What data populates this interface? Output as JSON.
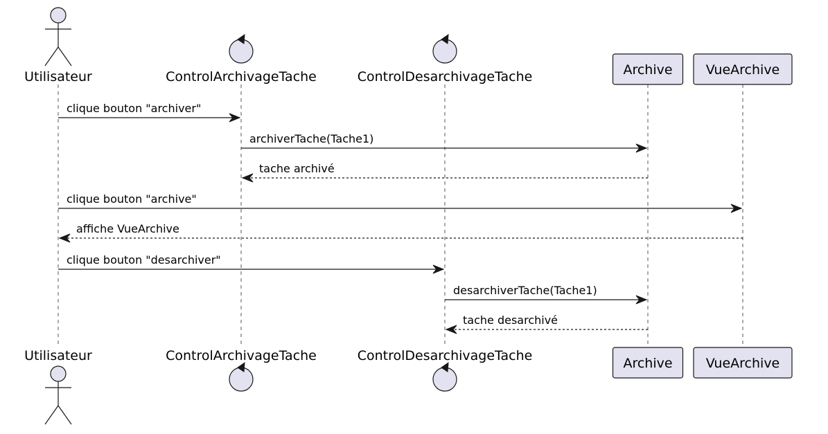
{
  "colors": {
    "participant_fill": "#E2E2F0",
    "stroke": "#181818",
    "lifeline": "#555555"
  },
  "participants": [
    {
      "id": "utilisateur",
      "name": "Utilisateur",
      "kind": "actor"
    },
    {
      "id": "control-archivage",
      "name": "ControlArchivageTache",
      "kind": "control"
    },
    {
      "id": "control-desarchivage",
      "name": "ControlDesarchivageTache",
      "kind": "control"
    },
    {
      "id": "archive",
      "name": "Archive",
      "kind": "participant"
    },
    {
      "id": "vue-archive",
      "name": "VueArchive",
      "kind": "participant"
    }
  ],
  "messages": [
    {
      "from": 0,
      "to": 1,
      "text": "clique bouton \"archiver\"",
      "style": "solid"
    },
    {
      "from": 1,
      "to": 3,
      "text": "archiverTache(Tache1)",
      "style": "solid"
    },
    {
      "from": 3,
      "to": 1,
      "text": "tache archivé",
      "style": "dashed"
    },
    {
      "from": 0,
      "to": 4,
      "text": "clique bouton \"archive\"",
      "style": "solid"
    },
    {
      "from": 4,
      "to": 0,
      "text": "affiche VueArchive",
      "style": "dashed"
    },
    {
      "from": 0,
      "to": 2,
      "text": "clique bouton \"desarchiver\"",
      "style": "solid"
    },
    {
      "from": 2,
      "to": 3,
      "text": "desarchiverTache(Tache1)",
      "style": "solid"
    },
    {
      "from": 3,
      "to": 2,
      "text": "tache desarchivé",
      "style": "dashed"
    }
  ]
}
